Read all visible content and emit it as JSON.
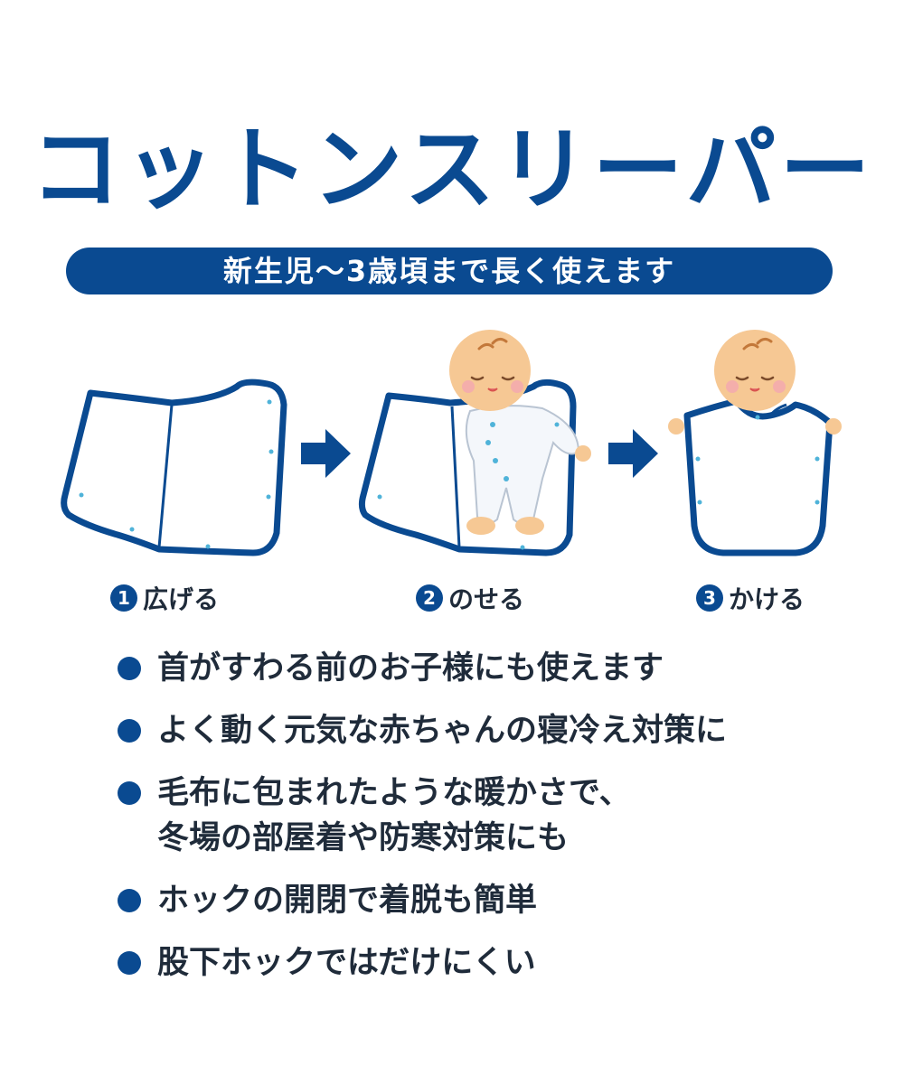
{
  "title": "コットンスリーパー",
  "subtitle": "新生児〜3歳頃まで長く使えます",
  "steps": [
    {
      "number": "1",
      "label": "広げる"
    },
    {
      "number": "2",
      "label": "のせる"
    },
    {
      "number": "3",
      "label": "かける"
    }
  ],
  "features": [
    {
      "lines": [
        "首がすわる前のお子様にも使えます"
      ]
    },
    {
      "lines": [
        "よく動く元気な赤ちゃんの寝冷え対策に"
      ]
    },
    {
      "lines": [
        "毛布に包まれたような暖かさで、",
        "冬場の部屋着や防寒対策にも"
      ]
    },
    {
      "lines": [
        "ホックの開閉で着脱も簡単"
      ]
    },
    {
      "lines": [
        "股下ホックではだけにくい"
      ]
    }
  ],
  "colors": {
    "brand_blue": "#0a4a91",
    "text_dark": "#1f2b3a",
    "skin": "#f6c894",
    "snap_dot": "#4fb3d9"
  },
  "icons": [
    "arrow-right-icon",
    "sleeper-open-icon",
    "baby-on-sleeper-icon",
    "baby-wearing-sleeper-icon"
  ]
}
